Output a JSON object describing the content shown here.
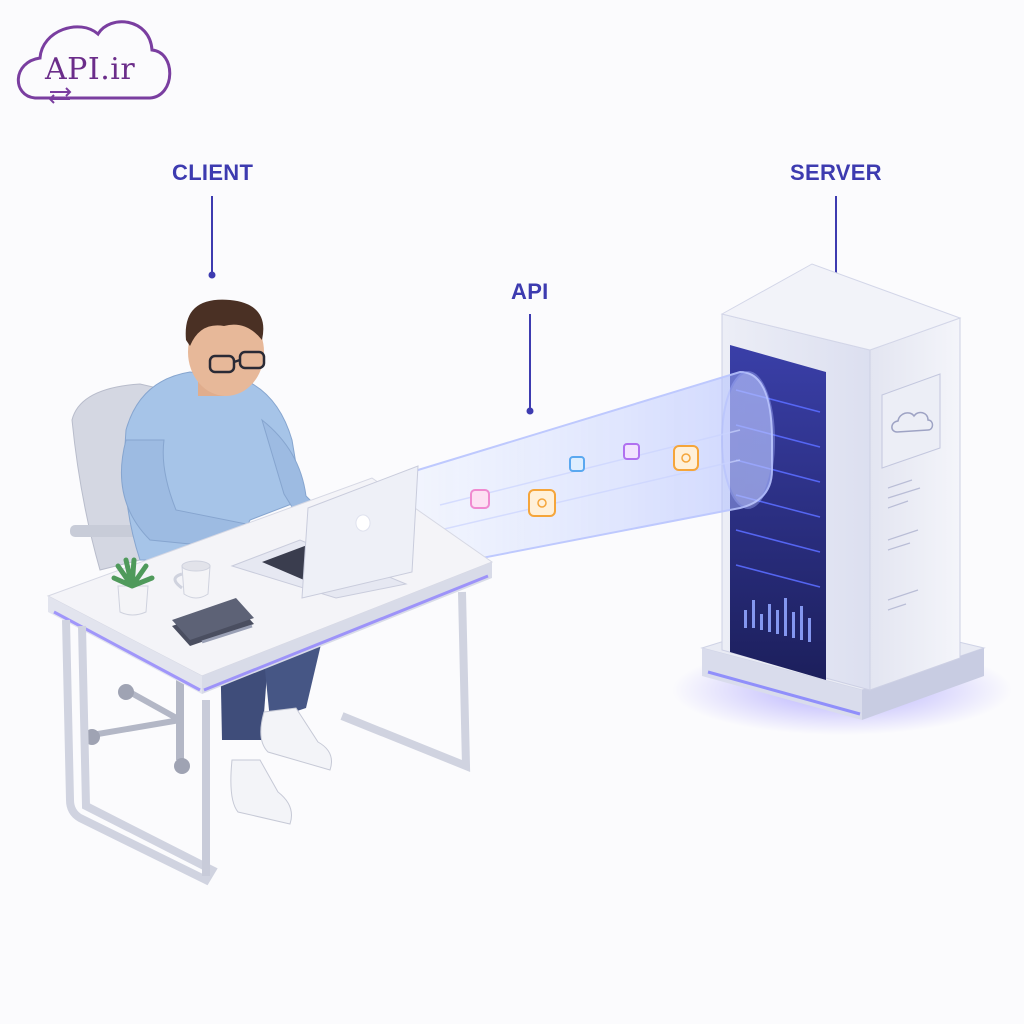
{
  "logo": {
    "text": "API.ir"
  },
  "labels": {
    "client": "CLIENT",
    "api": "API",
    "server": "SERVER"
  },
  "colors": {
    "label": "#3d3bb0",
    "logo": "#6b2d8a",
    "glow": "#7b5cf5",
    "packet_pink": "#f08ad0",
    "packet_orange": "#f5a53a",
    "packet_blue": "#5aa8f0",
    "packet_purple": "#b070f0"
  }
}
